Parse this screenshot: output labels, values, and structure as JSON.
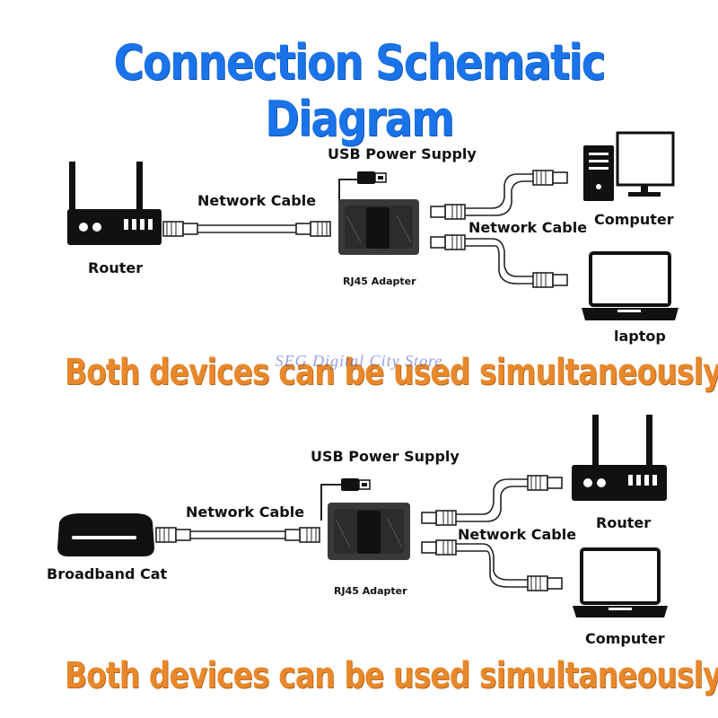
{
  "title": "Connection Schematic Diagram",
  "watermark": "SEG Digital City Store",
  "diagram1": {
    "usb_label": "USB Power Supply",
    "input_cable_label": "Network Cable",
    "output_cable_label": "Network Cable",
    "adapter_label": "RJ45 Adapter",
    "source_label": "Router",
    "device1_label": "Computer",
    "device2_label": "laptop",
    "banner": "Both devices can be used simultaneously"
  },
  "diagram2": {
    "usb_label": "USB Power Supply",
    "input_cable_label": "Network Cable",
    "output_cable_label": "Network Cable",
    "adapter_label": "RJ45 Adapter",
    "source_label": "Broadband Cat",
    "device1_label": "Router",
    "device2_label": "Computer",
    "banner": "Both devices can be used simultaneously"
  },
  "colors": {
    "title": "#1a73e8",
    "banner": "#e8882a",
    "device": "#111111"
  }
}
